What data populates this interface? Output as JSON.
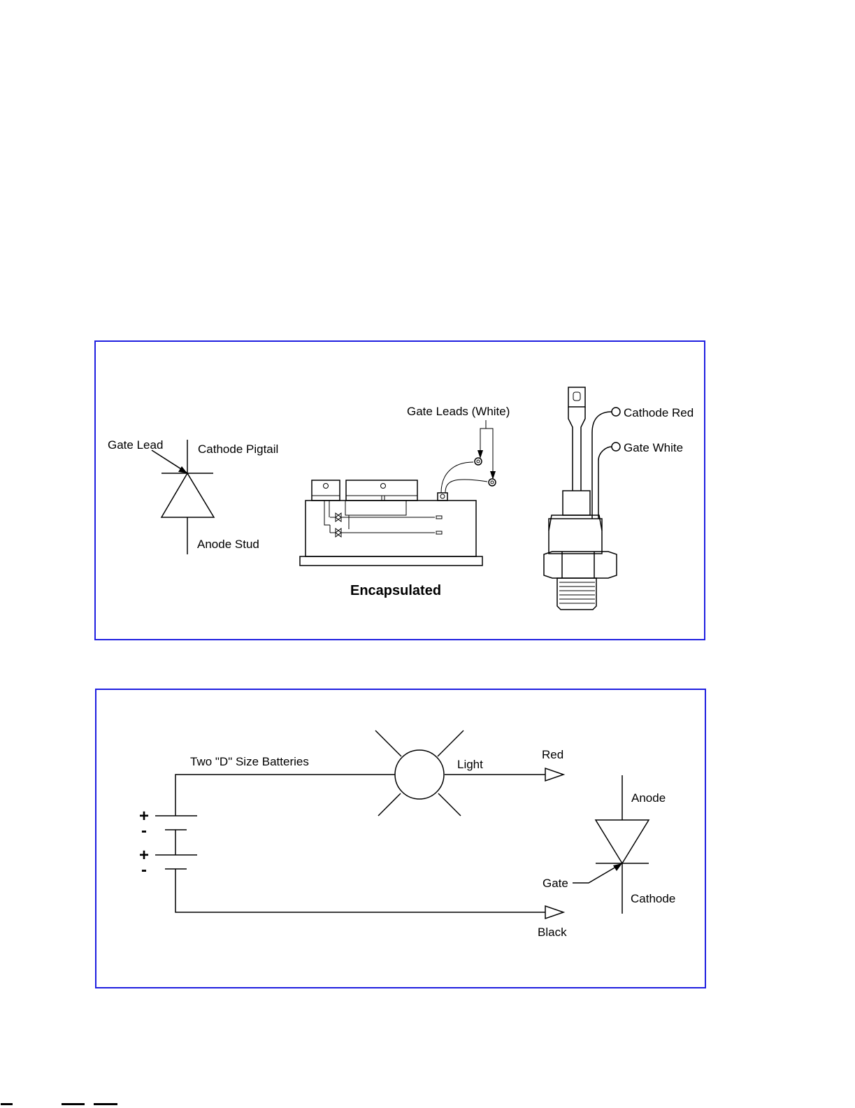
{
  "panel_scr_types": {
    "schematic_labels": {
      "gate_lead": "Gate Lead",
      "cathode_pigtail": "Cathode Pigtail",
      "anode_stud": "Anode Stud"
    },
    "encapsulated": {
      "gate_leads_label": "Gate Leads (White)",
      "caption": "Encapsulated"
    },
    "stud": {
      "cathode_label": "Cathode Red",
      "gate_label": "Gate White"
    }
  },
  "panel_test_circuit": {
    "batteries_label": "Two \"D\" Size Batteries",
    "light_label": "Light",
    "red_lead_label": "Red",
    "black_lead_label": "Black",
    "plus_symbol": "+",
    "minus_symbol": "-",
    "scr": {
      "anode_label": "Anode",
      "gate_label": "Gate",
      "cathode_label": "Cathode"
    }
  },
  "colors": {
    "panel_border": "#1f1fe0",
    "line": "#000000",
    "background": "#ffffff"
  }
}
